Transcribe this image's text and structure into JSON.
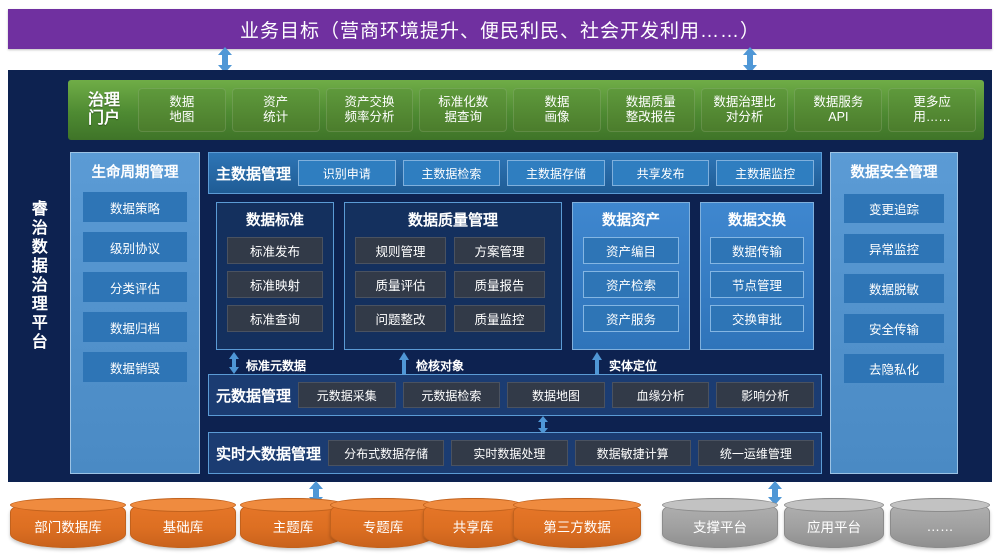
{
  "banner": {
    "title": "业务目标（营商环境提升、便民利民、社会开发利用……）",
    "color": "#7030A0"
  },
  "platform": {
    "vertical_title": "睿治数据治理平台",
    "frame_color": "#0d2250"
  },
  "portal": {
    "title": "治理门户",
    "accent": "#70ad47",
    "items": [
      "数据\n地图",
      "资产\n统计",
      "资产交换\n频率分析",
      "标准化数\n据查询",
      "数据\n画像",
      "数据质量\n整改报告",
      "数据治理比\n对分析",
      "数据服务\nAPI",
      "更多应\n用……"
    ]
  },
  "lifecycle": {
    "title": "生命周期管理",
    "items": [
      "数据策略",
      "级别协议",
      "分类评估",
      "数据归档",
      "数据销毁"
    ]
  },
  "master_data": {
    "title": "主数据管理",
    "items": [
      "识别申请",
      "主数据检索",
      "主数据存储",
      "共享发布",
      "主数据监控"
    ]
  },
  "data_standard": {
    "title": "数据标准",
    "items": [
      "标准发布",
      "标准映射",
      "标准查询"
    ]
  },
  "data_quality": {
    "title": "数据质量管理",
    "items": [
      "规则管理",
      "方案管理",
      "质量评估",
      "质量报告",
      "问题整改",
      "质量监控"
    ]
  },
  "data_asset": {
    "title": "数据资产",
    "items": [
      "资产编目",
      "资产检索",
      "资产服务"
    ]
  },
  "data_exchange": {
    "title": "数据交换",
    "items": [
      "数据传输",
      "节点管理",
      "交换审批"
    ]
  },
  "connectors": [
    {
      "label": "标准元数据",
      "type": "double"
    },
    {
      "label": "检核对象",
      "type": "up"
    },
    {
      "label": "实体定位",
      "type": "up"
    }
  ],
  "metadata": {
    "title": "元数据管理",
    "items": [
      "元数据采集",
      "元数据检索",
      "数据地图",
      "血缘分析",
      "影响分析"
    ]
  },
  "realtime": {
    "title": "实时大数据管理",
    "items": [
      "分布式数据存储",
      "实时数据处理",
      "数据敏捷计算",
      "统一运维管理"
    ]
  },
  "security": {
    "title": "数据安全管理",
    "items": [
      "变更追踪",
      "异常监控",
      "数据脱敏",
      "安全传输",
      "去隐私化"
    ]
  },
  "sources": {
    "orange_color": "#dd6f22",
    "gray_color": "#a0a0a0",
    "orange": [
      "部门数据库",
      "基础库",
      "主题库",
      "专题库",
      "共享库",
      "第三方数据"
    ],
    "gray": [
      "支撑平台",
      "应用平台",
      "……"
    ]
  },
  "arrows": {
    "color": "#4f97d6"
  }
}
